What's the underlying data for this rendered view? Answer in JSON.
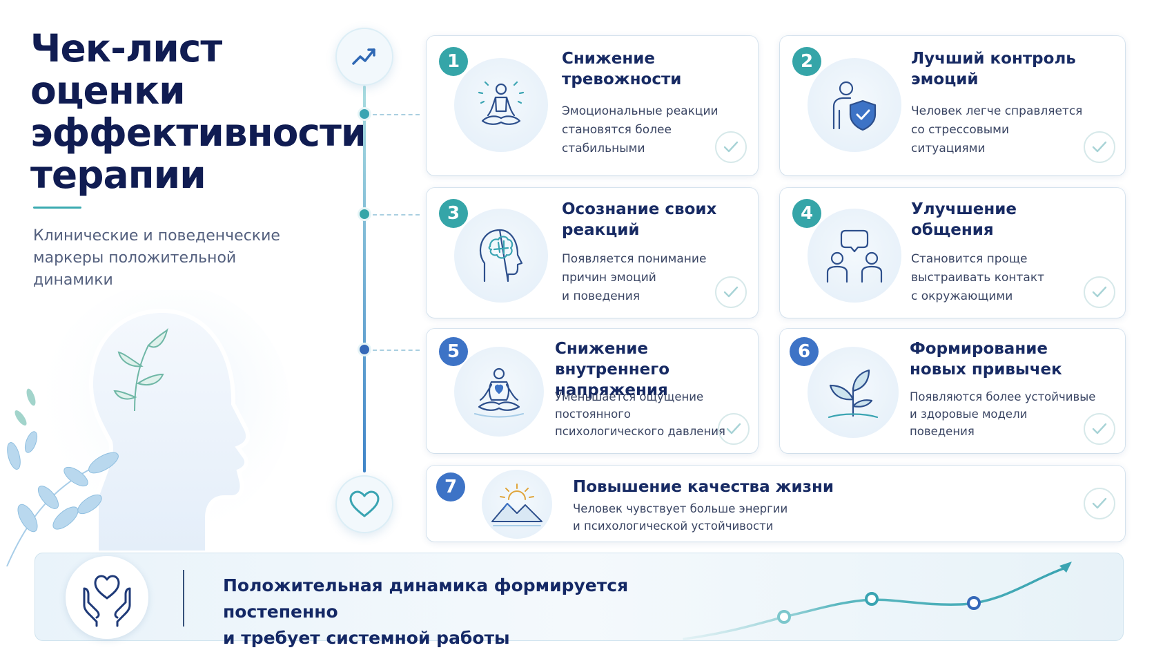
{
  "title": "Чек-лист оценки эффективности терапии",
  "title_lines": [
    "Чек-лист",
    "оценки",
    "эффективности",
    "терапии"
  ],
  "subtitle_lines": [
    "Клинические и поведенческие",
    "маркеры положительной",
    "динамики"
  ],
  "colors": {
    "navy": "#101c52",
    "teal": "#35a5a8",
    "blue": "#3d73c6",
    "light_blue": "#e3eef8"
  },
  "timeline": {
    "top_icon": "trend-up-icon",
    "bottom_icon": "heart-icon"
  },
  "cards": [
    {
      "number": "1",
      "title_lines": [
        "Снижение",
        "тревожности"
      ],
      "desc_lines": [
        "Эмоциональные реакции",
        "становятся более",
        "стабильными"
      ],
      "icon": "meditation-icon",
      "checked": true
    },
    {
      "number": "2",
      "title_lines": [
        "Лучший контроль",
        "эмоций"
      ],
      "desc_lines": [
        "Человек легче справляется",
        "со стрессовыми",
        "ситуациями"
      ],
      "icon": "person-shield-icon",
      "checked": true
    },
    {
      "number": "3",
      "title_lines": [
        "Осознание своих",
        "реакций"
      ],
      "desc_lines": [
        "Появляется понимание",
        "причин эмоций",
        "и поведения"
      ],
      "icon": "head-brain-icon",
      "checked": true
    },
    {
      "number": "4",
      "title_lines": [
        "Улучшение",
        "общения"
      ],
      "desc_lines": [
        "Становится проще",
        "выстраивать контакт",
        "с окружающими"
      ],
      "icon": "people-chat-icon",
      "checked": true
    },
    {
      "number": "5",
      "title_lines": [
        "Снижение",
        "внутреннего напряжения"
      ],
      "desc_lines": [
        "Уменьшается ощущение",
        "постоянного",
        "психологического давления"
      ],
      "icon": "meditation-heart-icon",
      "checked": true
    },
    {
      "number": "6",
      "title_lines": [
        "Формирование",
        "новых привычек"
      ],
      "desc_lines": [
        "Появляются более устойчивые",
        "и здоровые модели",
        "поведения"
      ],
      "icon": "sprout-icon",
      "checked": true
    },
    {
      "number": "7",
      "title_lines": [
        "Повышение качества жизни"
      ],
      "desc_lines": [
        "Человек чувствует больше энергии",
        "и психологической устойчивости"
      ],
      "icon": "sun-mountains-icon",
      "checked": true
    }
  ],
  "banner": {
    "text_lines": [
      "Положительная динамика формируется постепенно",
      "и требует системной работы"
    ],
    "icon": "hands-heart-icon"
  }
}
